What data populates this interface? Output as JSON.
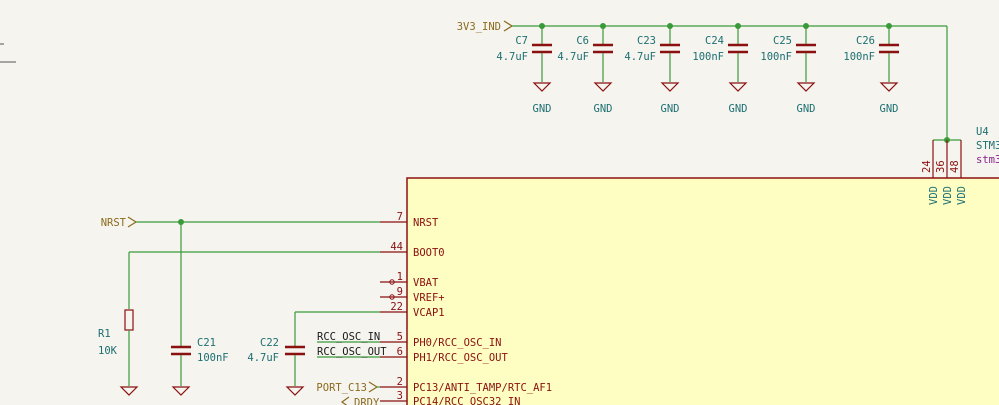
{
  "top_bus": {
    "label": "3V3_IND",
    "caps": [
      {
        "ref": "C7",
        "value": "4.7uF",
        "gnd": "GND"
      },
      {
        "ref": "C6",
        "value": "4.7uF",
        "gnd": "GND"
      },
      {
        "ref": "C23",
        "value": "4.7uF",
        "gnd": "GND"
      },
      {
        "ref": "C24",
        "value": "100nF",
        "gnd": "GND"
      },
      {
        "ref": "C25",
        "value": "100nF",
        "gnd": "GND"
      },
      {
        "ref": "C26",
        "value": "100nF",
        "gnd": "GND"
      }
    ]
  },
  "u4": {
    "ref": "U4",
    "part_partial": "STM3",
    "footprint_partial": "stm3",
    "vdd_pins": [
      {
        "num": "24",
        "name": "VDD"
      },
      {
        "num": "36",
        "name": "VDD"
      },
      {
        "num": "48",
        "name": "VDD"
      }
    ],
    "left_pins": [
      {
        "num": "7",
        "name": "NRST"
      },
      {
        "num": "44",
        "name": "BOOT0"
      },
      {
        "num": "1",
        "name": "VBAT"
      },
      {
        "num": "9",
        "name": "VREF+"
      },
      {
        "num": "22",
        "name": "VCAP1"
      },
      {
        "num": "5",
        "name": "PH0/RCC_OSC_IN"
      },
      {
        "num": "6",
        "name": "PH1/RCC_OSC_OUT"
      },
      {
        "num": "2",
        "name": "PC13/ANTI_TAMP/RTC_AF1"
      },
      {
        "num": "3",
        "name": "PC14/RCC_OSC32_IN"
      }
    ]
  },
  "labels": {
    "nrst": "NRST",
    "port_c13": "PORT_C13",
    "drdy": "DRDY",
    "rcc_osc_in": "RCC_OSC_IN",
    "rcc_osc_out": "RCC_OSC_OUT"
  },
  "parts": {
    "r1": {
      "ref": "R1",
      "value": "10K"
    },
    "c21": {
      "ref": "C21",
      "value": "100nF"
    },
    "c22": {
      "ref": "C22",
      "value": "4.7uF"
    }
  }
}
